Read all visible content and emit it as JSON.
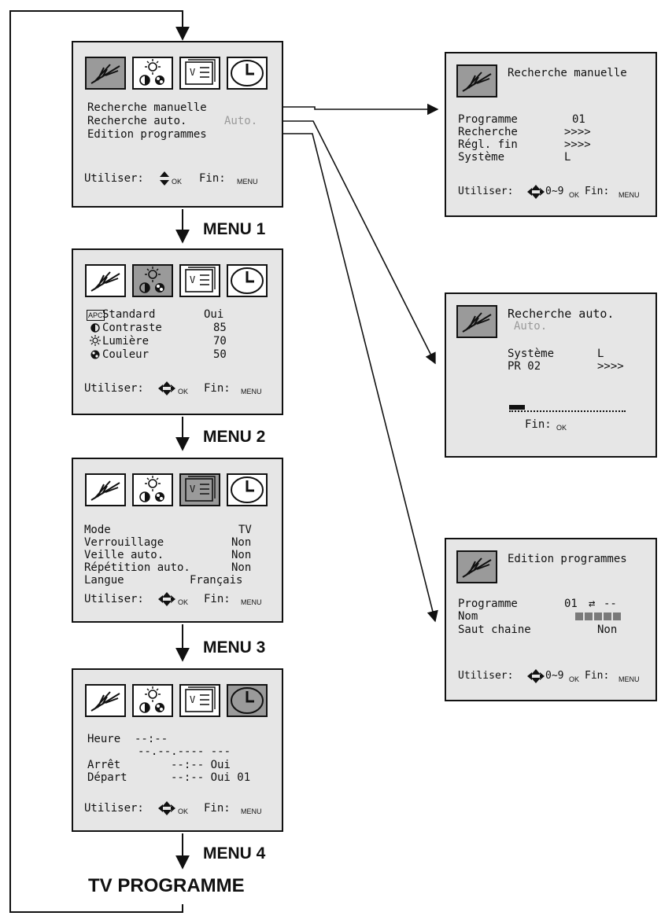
{
  "flow_labels": {
    "menu1": "MENU 1",
    "menu2": "MENU 2",
    "menu3": "MENU 3",
    "menu4": "MENU 4",
    "tv": "TV PROGRAMME"
  },
  "icons": [
    "antenna-icon",
    "picture-icon",
    "special-icon",
    "clock-icon"
  ],
  "menu1": {
    "items": [
      "Recherche manuelle",
      "Recherche auto.",
      "Edition programmes"
    ],
    "auto_tag": "Auto.",
    "footer_use": "Utiliser:",
    "footer_ok": "OK",
    "footer_end": "Fin:",
    "footer_menu": "MENU"
  },
  "menu2": {
    "apc": "APC",
    "rows": [
      {
        "label": "Standard",
        "value": "Oui"
      },
      {
        "label": "Contraste",
        "value": "85"
      },
      {
        "label": "Lumière",
        "value": "70"
      },
      {
        "label": "Couleur",
        "value": "50"
      }
    ],
    "footer_use": "Utiliser:",
    "footer_ok": "OK",
    "footer_end": "Fin:",
    "footer_menu": "MENU"
  },
  "menu3": {
    "rows": [
      {
        "label": "Mode",
        "value": "TV"
      },
      {
        "label": "Verrouillage",
        "value": "Non"
      },
      {
        "label": "Veille auto.",
        "value": "Non"
      },
      {
        "label": "Répétition auto.",
        "value": "Non"
      },
      {
        "label": "Langue",
        "value": "Français"
      }
    ],
    "footer_use": "Utiliser:",
    "footer_ok": "OK",
    "footer_end": "Fin:",
    "footer_menu": "MENU"
  },
  "menu4": {
    "heure_label": "Heure",
    "heure_value": "--:--",
    "date_value": "--.--.---- ---",
    "arret_label": "Arrêt",
    "arret_value": "--:-- Oui",
    "depart_label": "Départ",
    "depart_value": "--:-- Oui 01",
    "footer_use": "Utiliser:",
    "footer_ok": "OK",
    "footer_end": "Fin:",
    "footer_menu": "MENU"
  },
  "manual": {
    "title": "Recherche manuelle",
    "rows": [
      {
        "label": "Programme",
        "value": "01"
      },
      {
        "label": "Recherche",
        "value": ">>>>"
      },
      {
        "label": "Régl. fin",
        "value": ">>>>"
      },
      {
        "label": "Système",
        "value": "L"
      }
    ],
    "footer_use": "Utiliser:",
    "footer_range": "0~9",
    "footer_ok": "OK",
    "footer_end": "Fin:",
    "footer_menu": "MENU"
  },
  "auto": {
    "title": "Recherche auto.",
    "subtitle": "Auto.",
    "systeme_label": "Système",
    "systeme_value": "L",
    "pr_label": "PR 02",
    "pr_value": ">>>>",
    "footer_end": "Fin:",
    "footer_ok": "OK"
  },
  "edit": {
    "title": "Edition programmes",
    "prog_label": "Programme",
    "prog_value": "01",
    "prog_swap": "⇄",
    "prog_target": "--",
    "nom_label": "Nom",
    "saut_label": "Saut chaine",
    "saut_value": "Non",
    "footer_use": "Utiliser:",
    "footer_range": "0~9",
    "footer_ok": "OK",
    "footer_end": "Fin:",
    "footer_menu": "MENU"
  }
}
